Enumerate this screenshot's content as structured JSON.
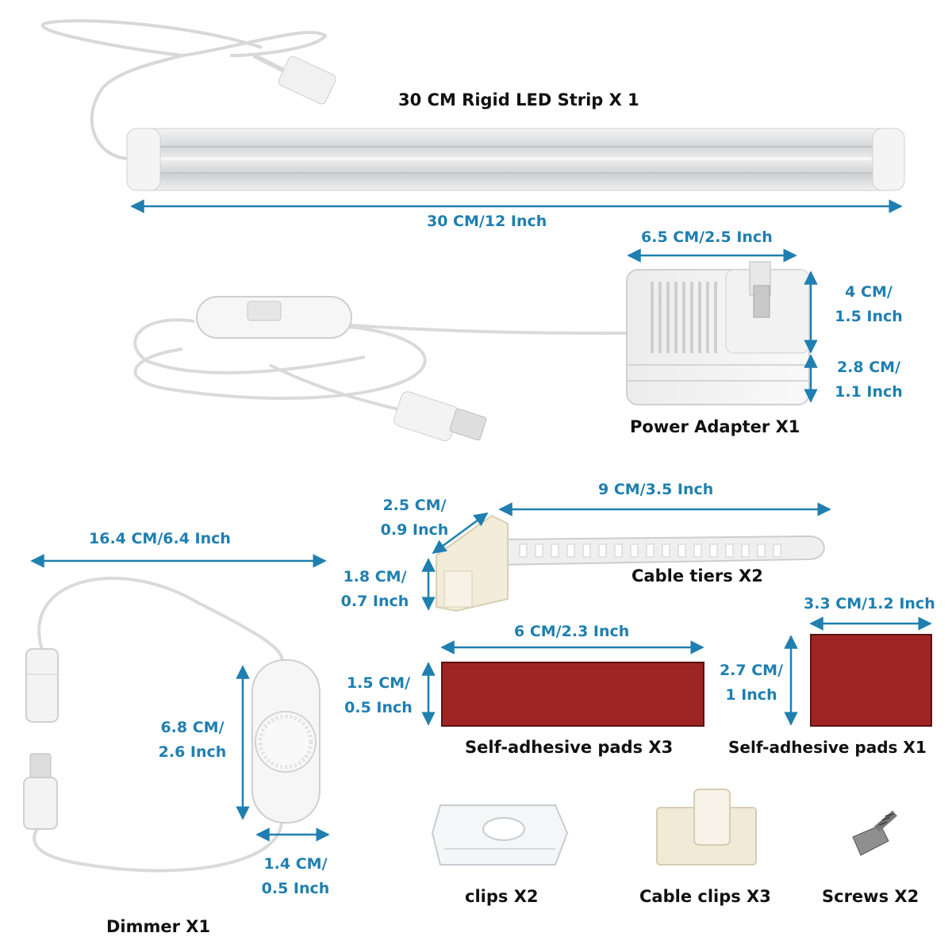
{
  "colors": {
    "dimension": "#1f7fb0",
    "label": "#111111",
    "pad": "#9e2424"
  },
  "items": {
    "led_strip": {
      "label": "30 CM Rigid LED Strip X 1",
      "length": "30 CM/12 Inch"
    },
    "power_adapter": {
      "label": "Power Adapter X1",
      "width": "6.5 CM/2.5 Inch",
      "height_top_1": "4 CM/",
      "height_top_2": "1.5 Inch",
      "height_bottom_1": "2.8 CM/",
      "height_bottom_2": "1.1 Inch"
    },
    "dimmer": {
      "label": "Dimmer X1",
      "cable_length": "16.4 CM/6.4 Inch",
      "height_1": "6.8 CM/",
      "height_2": "2.6 Inch",
      "width_1": "1.4 CM/",
      "width_2": "0.5 Inch"
    },
    "cable_tiers": {
      "label": "Cable tiers X2",
      "length": "9 CM/3.5 Inch",
      "width_1": "2.5 CM/",
      "width_2": "0.9 Inch",
      "height_1": "1.8 CM/",
      "height_2": "0.7 Inch"
    },
    "pads_large": {
      "label": "Self-adhesive pads X3",
      "width": "6 CM/2.3 Inch",
      "height_1": "1.5 CM/",
      "height_2": "0.5 Inch"
    },
    "pads_small": {
      "label": "Self-adhesive pads X1",
      "width": "3.3 CM/1.2 Inch",
      "height_1": "2.7 CM/",
      "height_2": "1 Inch"
    },
    "clips": {
      "label": "clips X2"
    },
    "cable_clips": {
      "label": "Cable clips X3"
    },
    "screws": {
      "label": "Screws X2"
    }
  }
}
